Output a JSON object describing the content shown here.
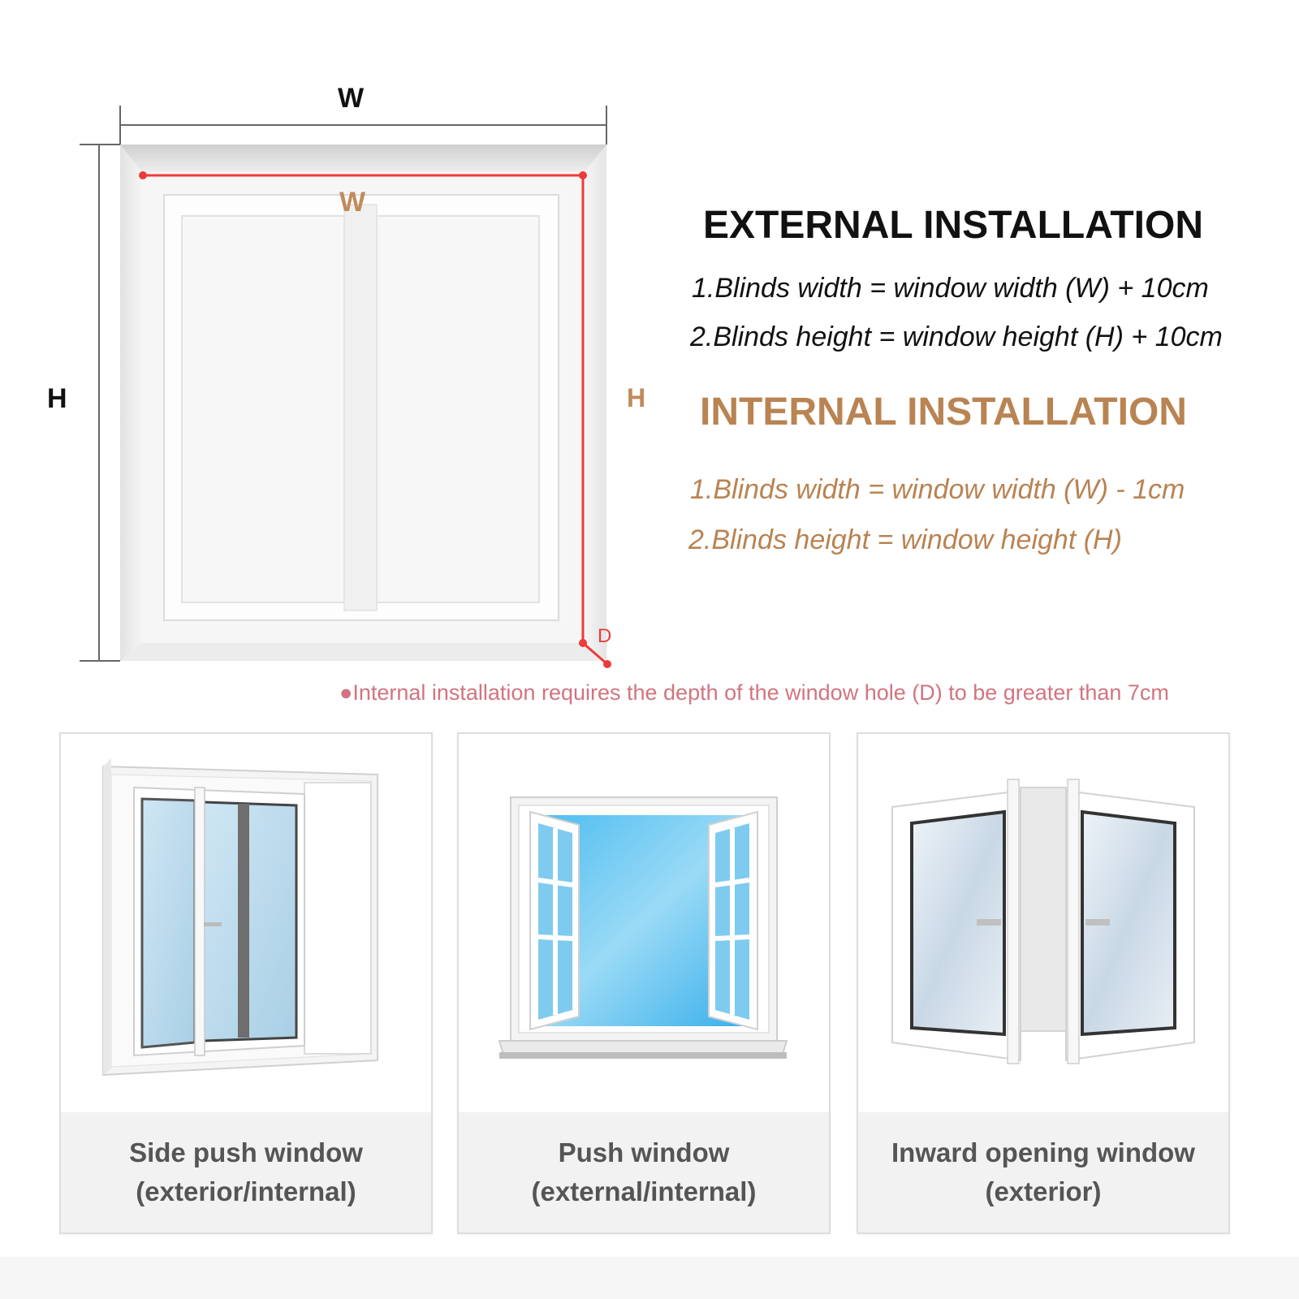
{
  "diagram": {
    "labels": {
      "outer_width": "W",
      "outer_height": "H",
      "inner_width": "W",
      "inner_height": "H",
      "depth": "D"
    },
    "colors": {
      "measure_line": "#ee3a3a",
      "inner_label": "#c08a5a",
      "external_text": "#111111",
      "internal_text": "#b98352",
      "note_text": "#d27480",
      "glass_blue": "#5cc8f0"
    }
  },
  "external": {
    "title": "EXTERNAL INSTALLATION",
    "rules": [
      "1.Blinds width = window width (W) + 10cm",
      "2.Blinds height = window height (H) + 10cm"
    ]
  },
  "internal": {
    "title": "INTERNAL INSTALLATION",
    "rules": [
      "1.Blinds width = window width (W) - 1cm",
      "2.Blinds height = window height (H)"
    ]
  },
  "note": {
    "bullet": "●",
    "text": "Internal installation requires the depth of the window hole (D) to be greater than 7cm"
  },
  "window_types": [
    {
      "icon": "sliding-window-icon",
      "line1": "Side push window",
      "line2": "(exterior/internal)"
    },
    {
      "icon": "outward-casement-window-icon",
      "line1": "Push window",
      "line2": "(external/internal)"
    },
    {
      "icon": "inward-casement-window-icon",
      "line1": "Inward opening window",
      "line2": "(exterior)"
    }
  ]
}
